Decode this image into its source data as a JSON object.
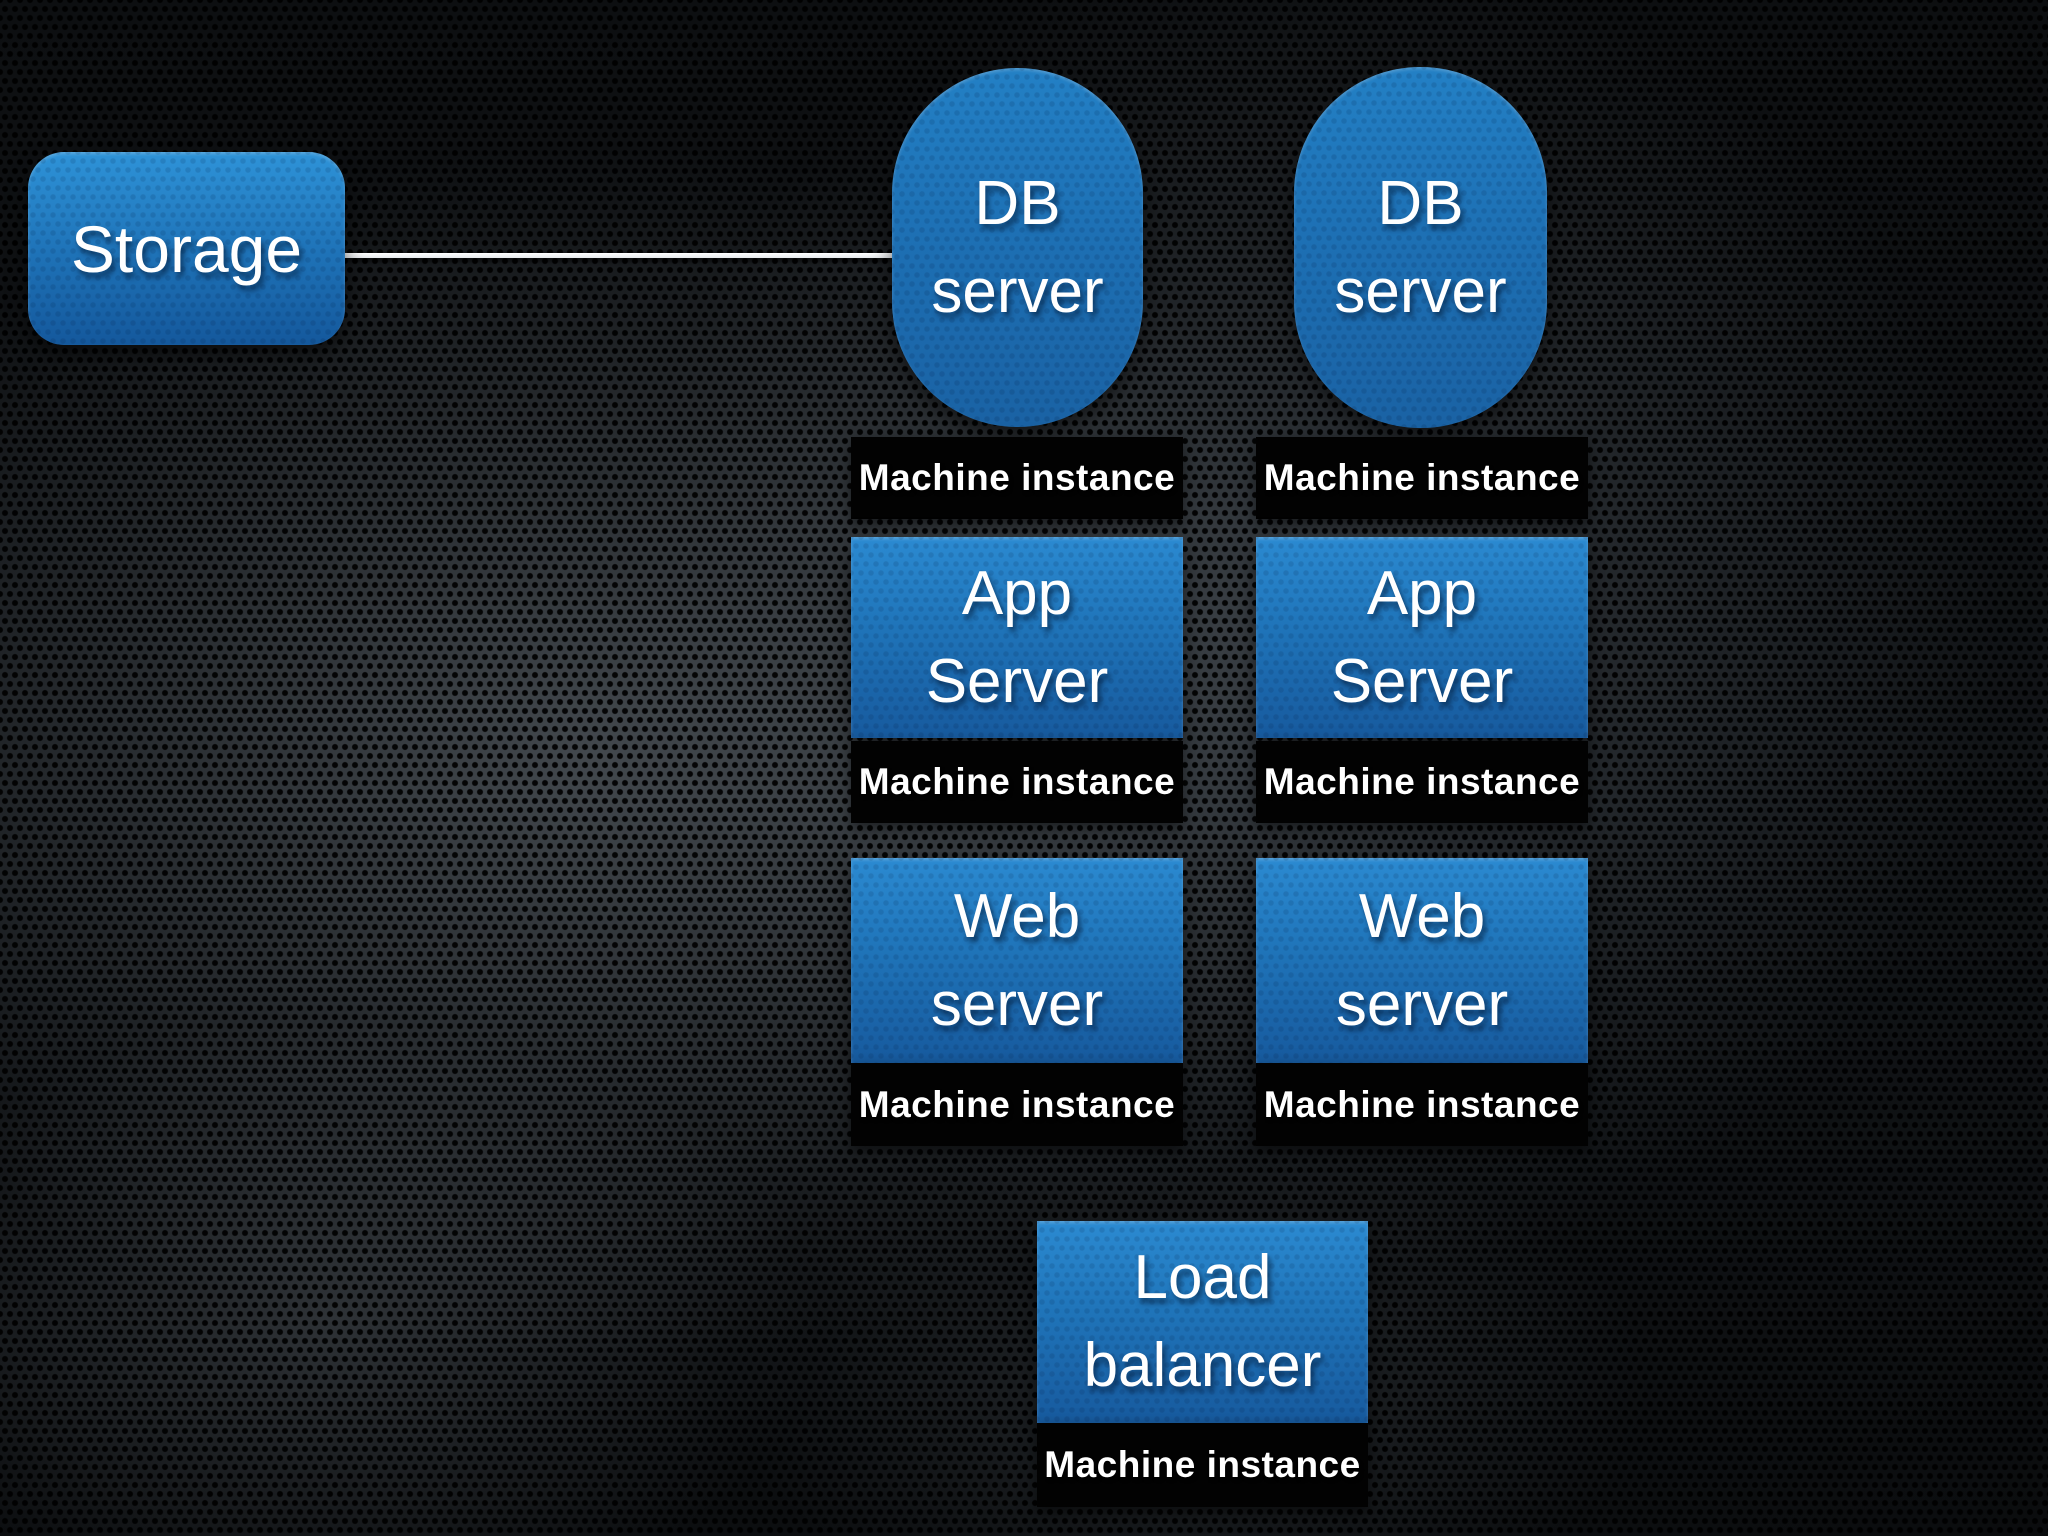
{
  "diagram": {
    "storage": {
      "label": "Storage"
    },
    "machine_instance_label": "Machine instance",
    "columns": [
      {
        "name": "column-1",
        "db_server": {
          "line1": "DB",
          "line2": "server"
        },
        "app_server": {
          "line1": "App",
          "line2": "Server"
        },
        "web_server": {
          "line1": "Web",
          "line2": "server"
        }
      },
      {
        "name": "column-2",
        "db_server": {
          "line1": "DB",
          "line2": "server"
        },
        "app_server": {
          "line1": "App",
          "line2": "Server"
        },
        "web_server": {
          "line1": "Web",
          "line2": "server"
        }
      }
    ],
    "load_balancer": {
      "line1": "Load",
      "line2": "balancer"
    },
    "connector": {
      "from": "Storage",
      "to": "DB server"
    },
    "colors": {
      "node_blue_top": "#2b8ad1",
      "node_blue_bottom": "#17599c",
      "machine_bar": "#020202",
      "text": "#ffffff",
      "connector_line": "#ffffff",
      "background_base": "#121518"
    }
  }
}
